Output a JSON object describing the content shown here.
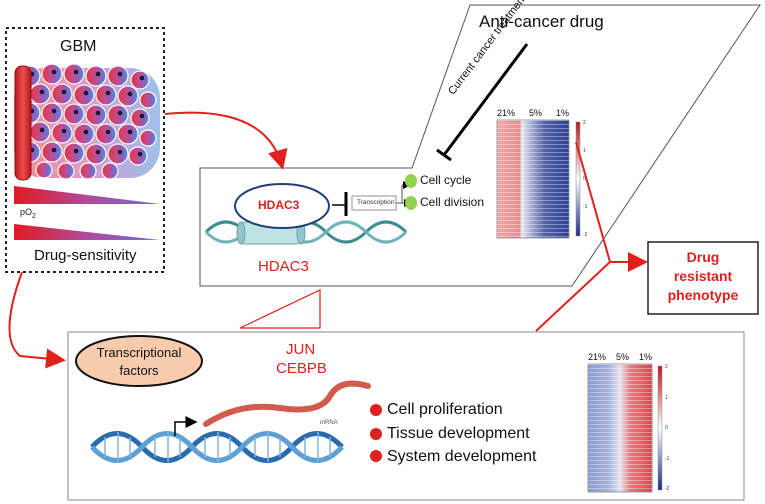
{
  "gbm": {
    "title": "GBM",
    "po2_label": "pO",
    "po2_sub": "2",
    "sensitivity_label": "Drug-sensitivity"
  },
  "top_panel": {
    "drug_title": "Anti-cancer drug",
    "treatment_label": "Current cancer treatment",
    "hdac3_bubble": "HDAC3",
    "transcription_box": "Transcription",
    "outcomes": [
      "Cell cycle",
      "Cell division"
    ],
    "hdac3_caption": "HDAC3"
  },
  "top_heatmap": {
    "columns": [
      "21%",
      "5%",
      "1%"
    ],
    "scale_ticks": [
      "2",
      "1",
      "0",
      "-1",
      "-2"
    ]
  },
  "result": {
    "line1": "Drug",
    "line2": "resistant",
    "line3": "phenotype"
  },
  "bottom_panel": {
    "tf_line1": "Transcriptional",
    "tf_line2": "factors",
    "genes": [
      "JUN",
      "CEBPB"
    ],
    "mrna_label": "mRNA",
    "outcomes": [
      "Cell proliferation",
      "Tissue development",
      "System development"
    ]
  },
  "bottom_heatmap": {
    "columns": [
      "21%",
      "5%",
      "1%"
    ],
    "scale_ticks": [
      "2",
      "1",
      "0",
      "-1",
      "-2"
    ]
  },
  "colors": {
    "accent_red": "#e0201c",
    "tf_fill": "#f8cbad",
    "hdac_outline": "#1f3f7a",
    "green_dot": "#92d050"
  }
}
